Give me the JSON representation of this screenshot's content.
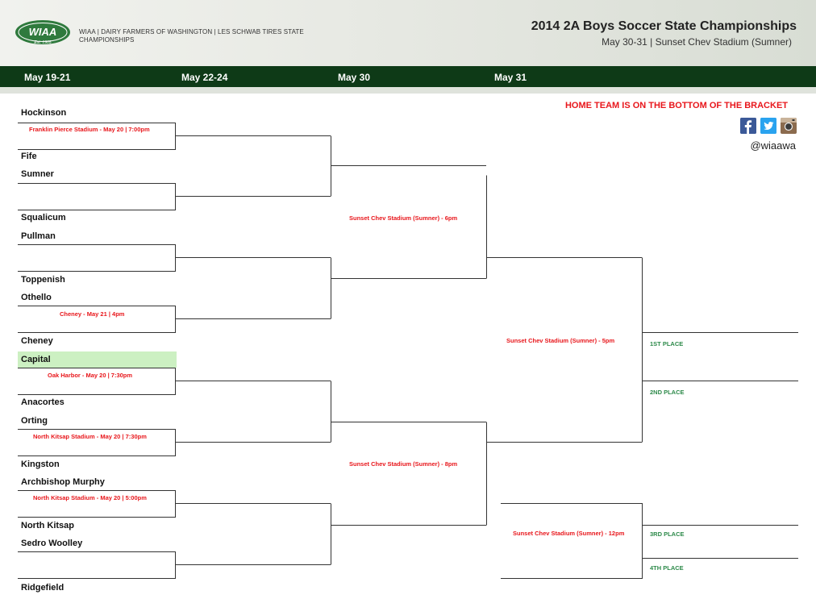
{
  "header": {
    "logo_text": "WIAA",
    "logo_sub": "Est. 1905",
    "org_text": "WIAA  |  DAIRY FARMERS OF WASHINGTON  |  LES SCHWAB TIRES STATE CHAMPIONSHIPS",
    "title": "2014 2A Boys Soccer State Championships",
    "subtitle": "May 30-31 | Sunset Chev Stadium (Sumner)"
  },
  "rounds": [
    "May 19-21",
    "May 22-24",
    "May 30",
    "May 31"
  ],
  "notice": "HOME TEAM IS ON THE BOTTOM OF THE BRACKET",
  "social": {
    "handle": "@wiaawa",
    "icons": [
      "facebook-icon",
      "twitter-icon",
      "instagram-icon"
    ]
  },
  "teams": [
    "Hockinson",
    "Fife",
    "Sumner",
    "Squalicum",
    "Pullman",
    "Toppenish",
    "Othello",
    "Cheney",
    "Capital",
    "Anacortes",
    "Orting",
    "Kingston",
    "Archbishop Murphy",
    "North Kitsap",
    "Sedro Woolley",
    "Ridgefield"
  ],
  "highlight": {
    "team": "Capital",
    "color": "#ccf0c2"
  },
  "venues": {
    "r1_hockinson_fife": "Franklin Pierce Stadium - May 20 | 7:00pm",
    "r1_othello_cheney": "Cheney - May 21 | 4pm",
    "r1_capital_anacortes": "Oak Harbor -  May 20 | 7:30pm",
    "r1_orting_kingston": "North Kitsap Stadium - May 20 | 7:30pm",
    "r1_archbishop_northkitsap": "North Kitsap Stadium - May 20 | 5:00pm",
    "semi_top": "Sunset Chev Stadium (Sumner) - 6pm",
    "semi_bottom": "Sunset Chev Stadium (Sumner) - 8pm",
    "final": "Sunset Chev Stadium (Sumner) - 5pm",
    "third_place": "Sunset Chev Stadium (Sumner) - 12pm"
  },
  "places": [
    "1ST PLACE",
    "2ND PLACE",
    "3RD PLACE",
    "4TH PLACE"
  ],
  "colors": {
    "header_bar": "#0e3a17",
    "venue": "#e8161b",
    "place": "#2d8a4a",
    "line": "#333333"
  }
}
